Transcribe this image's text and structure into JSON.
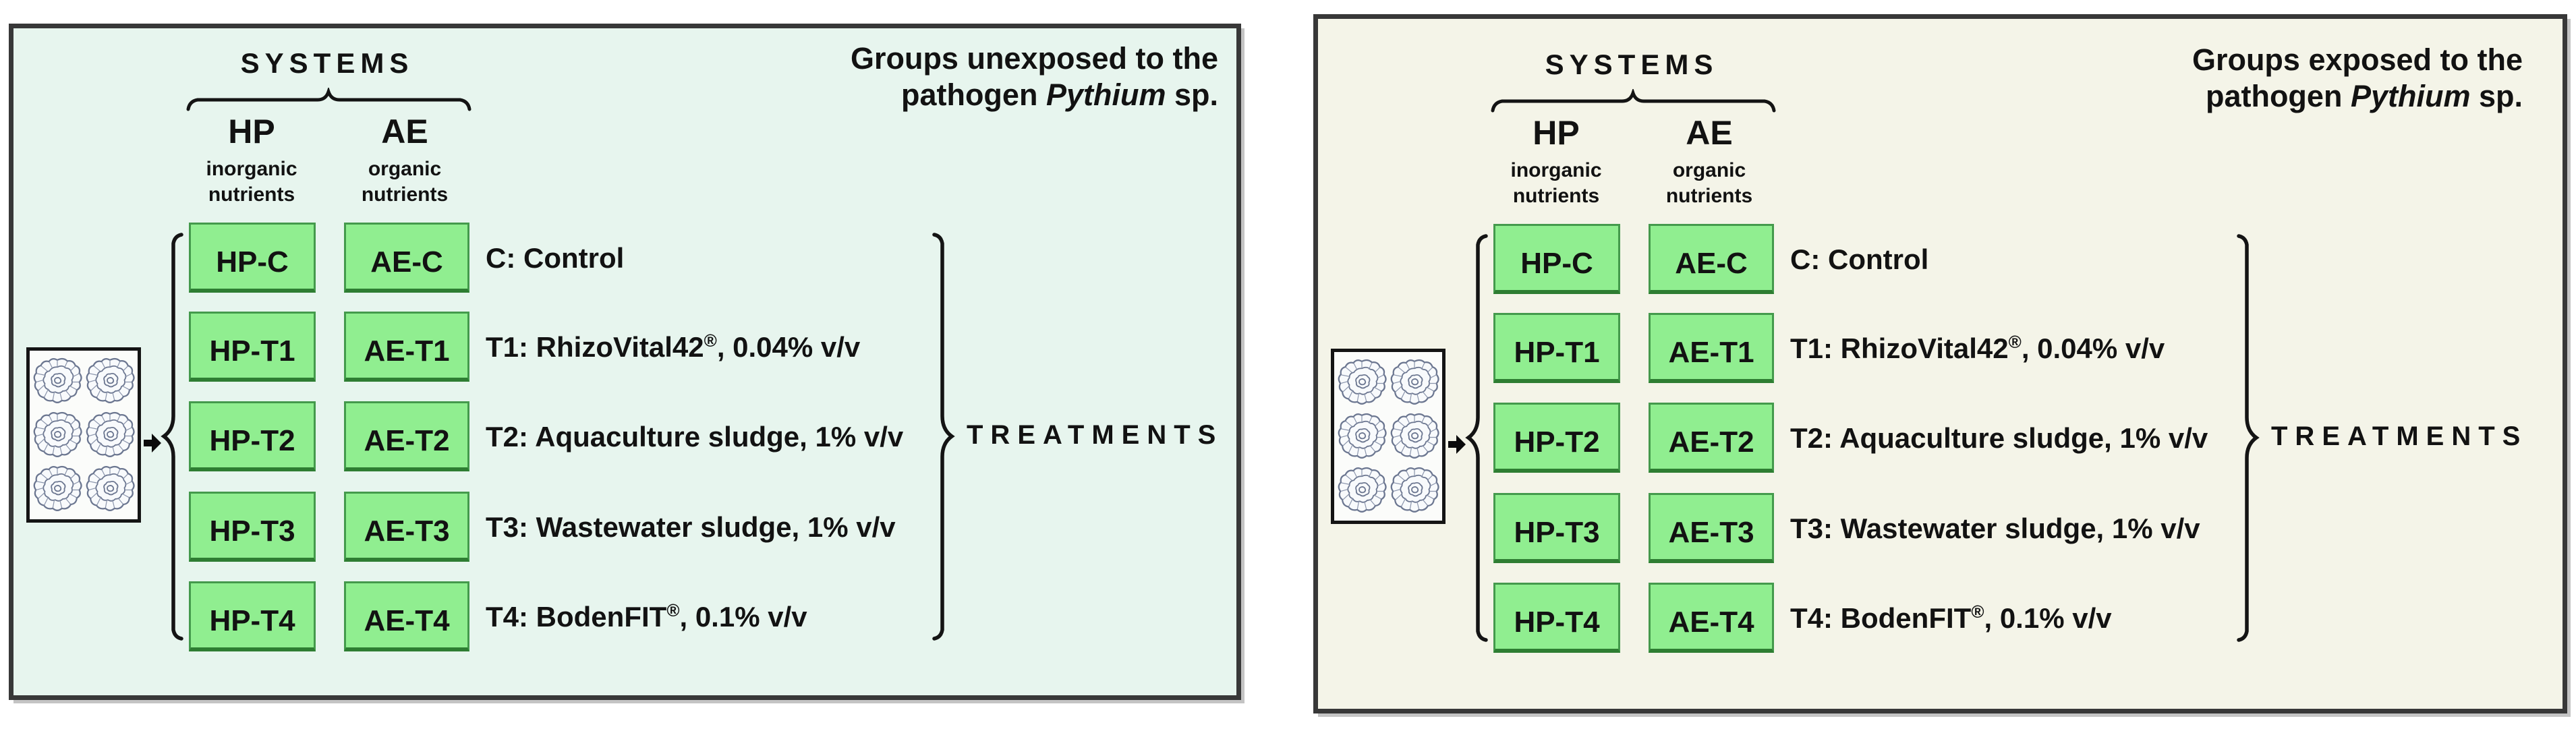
{
  "colors": {
    "left_panel_background": "#e7f5ee",
    "right_panel_background": "#f4f4e8",
    "panel_border": "#383838",
    "box_fill": "#90ee90",
    "box_border": "#449a4c",
    "line_color": "#141414",
    "lettuce_line": "#6b7690"
  },
  "panels": [
    {
      "title_line1": "Groups unexposed to the",
      "title2_prefix": "pathogen ",
      "title2_italic": "Pythium",
      "title2_suffix": " sp.",
      "systems_label": "SYSTEMS",
      "treatments_label": "TREATMENTS",
      "columns": [
        {
          "code": "HP",
          "desc1": "inorganic",
          "desc2": "nutrients"
        },
        {
          "code": "AE",
          "desc1": "organic",
          "desc2": "nutrients"
        }
      ],
      "rows": [
        {
          "hp": "HP-C",
          "ae": "AE-C",
          "pre": "C: Control",
          "reg": "",
          "post": ""
        },
        {
          "hp": "HP-T1",
          "ae": "AE-T1",
          "pre": "T1: RhizoVital42",
          "reg": "®",
          "post": ", 0.04% v/v"
        },
        {
          "hp": "HP-T2",
          "ae": "AE-T2",
          "pre": "T2: Aquaculture sludge, 1% v/v",
          "reg": "",
          "post": ""
        },
        {
          "hp": "HP-T3",
          "ae": "AE-T3",
          "pre": "T3: Wastewater sludge, 1% v/v",
          "reg": "",
          "post": ""
        },
        {
          "hp": "HP-T4",
          "ae": "AE-T4",
          "pre": "T4: BodenFIT",
          "reg": "®",
          "post": ", 0.1% v/v"
        }
      ]
    },
    {
      "title_line1": "Groups exposed to the",
      "title2_prefix": "pathogen ",
      "title2_italic": "Pythium",
      "title2_suffix": " sp.",
      "systems_label": "SYSTEMS",
      "treatments_label": "TREATMENTS",
      "columns": [
        {
          "code": "HP",
          "desc1": "inorganic",
          "desc2": "nutrients"
        },
        {
          "code": "AE",
          "desc1": "organic",
          "desc2": "nutrients"
        }
      ],
      "rows": [
        {
          "hp": "HP-C",
          "ae": "AE-C",
          "pre": "C: Control",
          "reg": "",
          "post": ""
        },
        {
          "hp": "HP-T1",
          "ae": "AE-T1",
          "pre": "T1: RhizoVital42",
          "reg": "®",
          "post": ", 0.04% v/v"
        },
        {
          "hp": "HP-T2",
          "ae": "AE-T2",
          "pre": "T2: Aquaculture sludge, 1% v/v",
          "reg": "",
          "post": ""
        },
        {
          "hp": "HP-T3",
          "ae": "AE-T3",
          "pre": "T3: Wastewater sludge, 1% v/v",
          "reg": "",
          "post": ""
        },
        {
          "hp": "HP-T4",
          "ae": "AE-T4",
          "pre": "T4: BodenFIT",
          "reg": "®",
          "post": ", 0.1% v/v"
        }
      ]
    }
  ]
}
